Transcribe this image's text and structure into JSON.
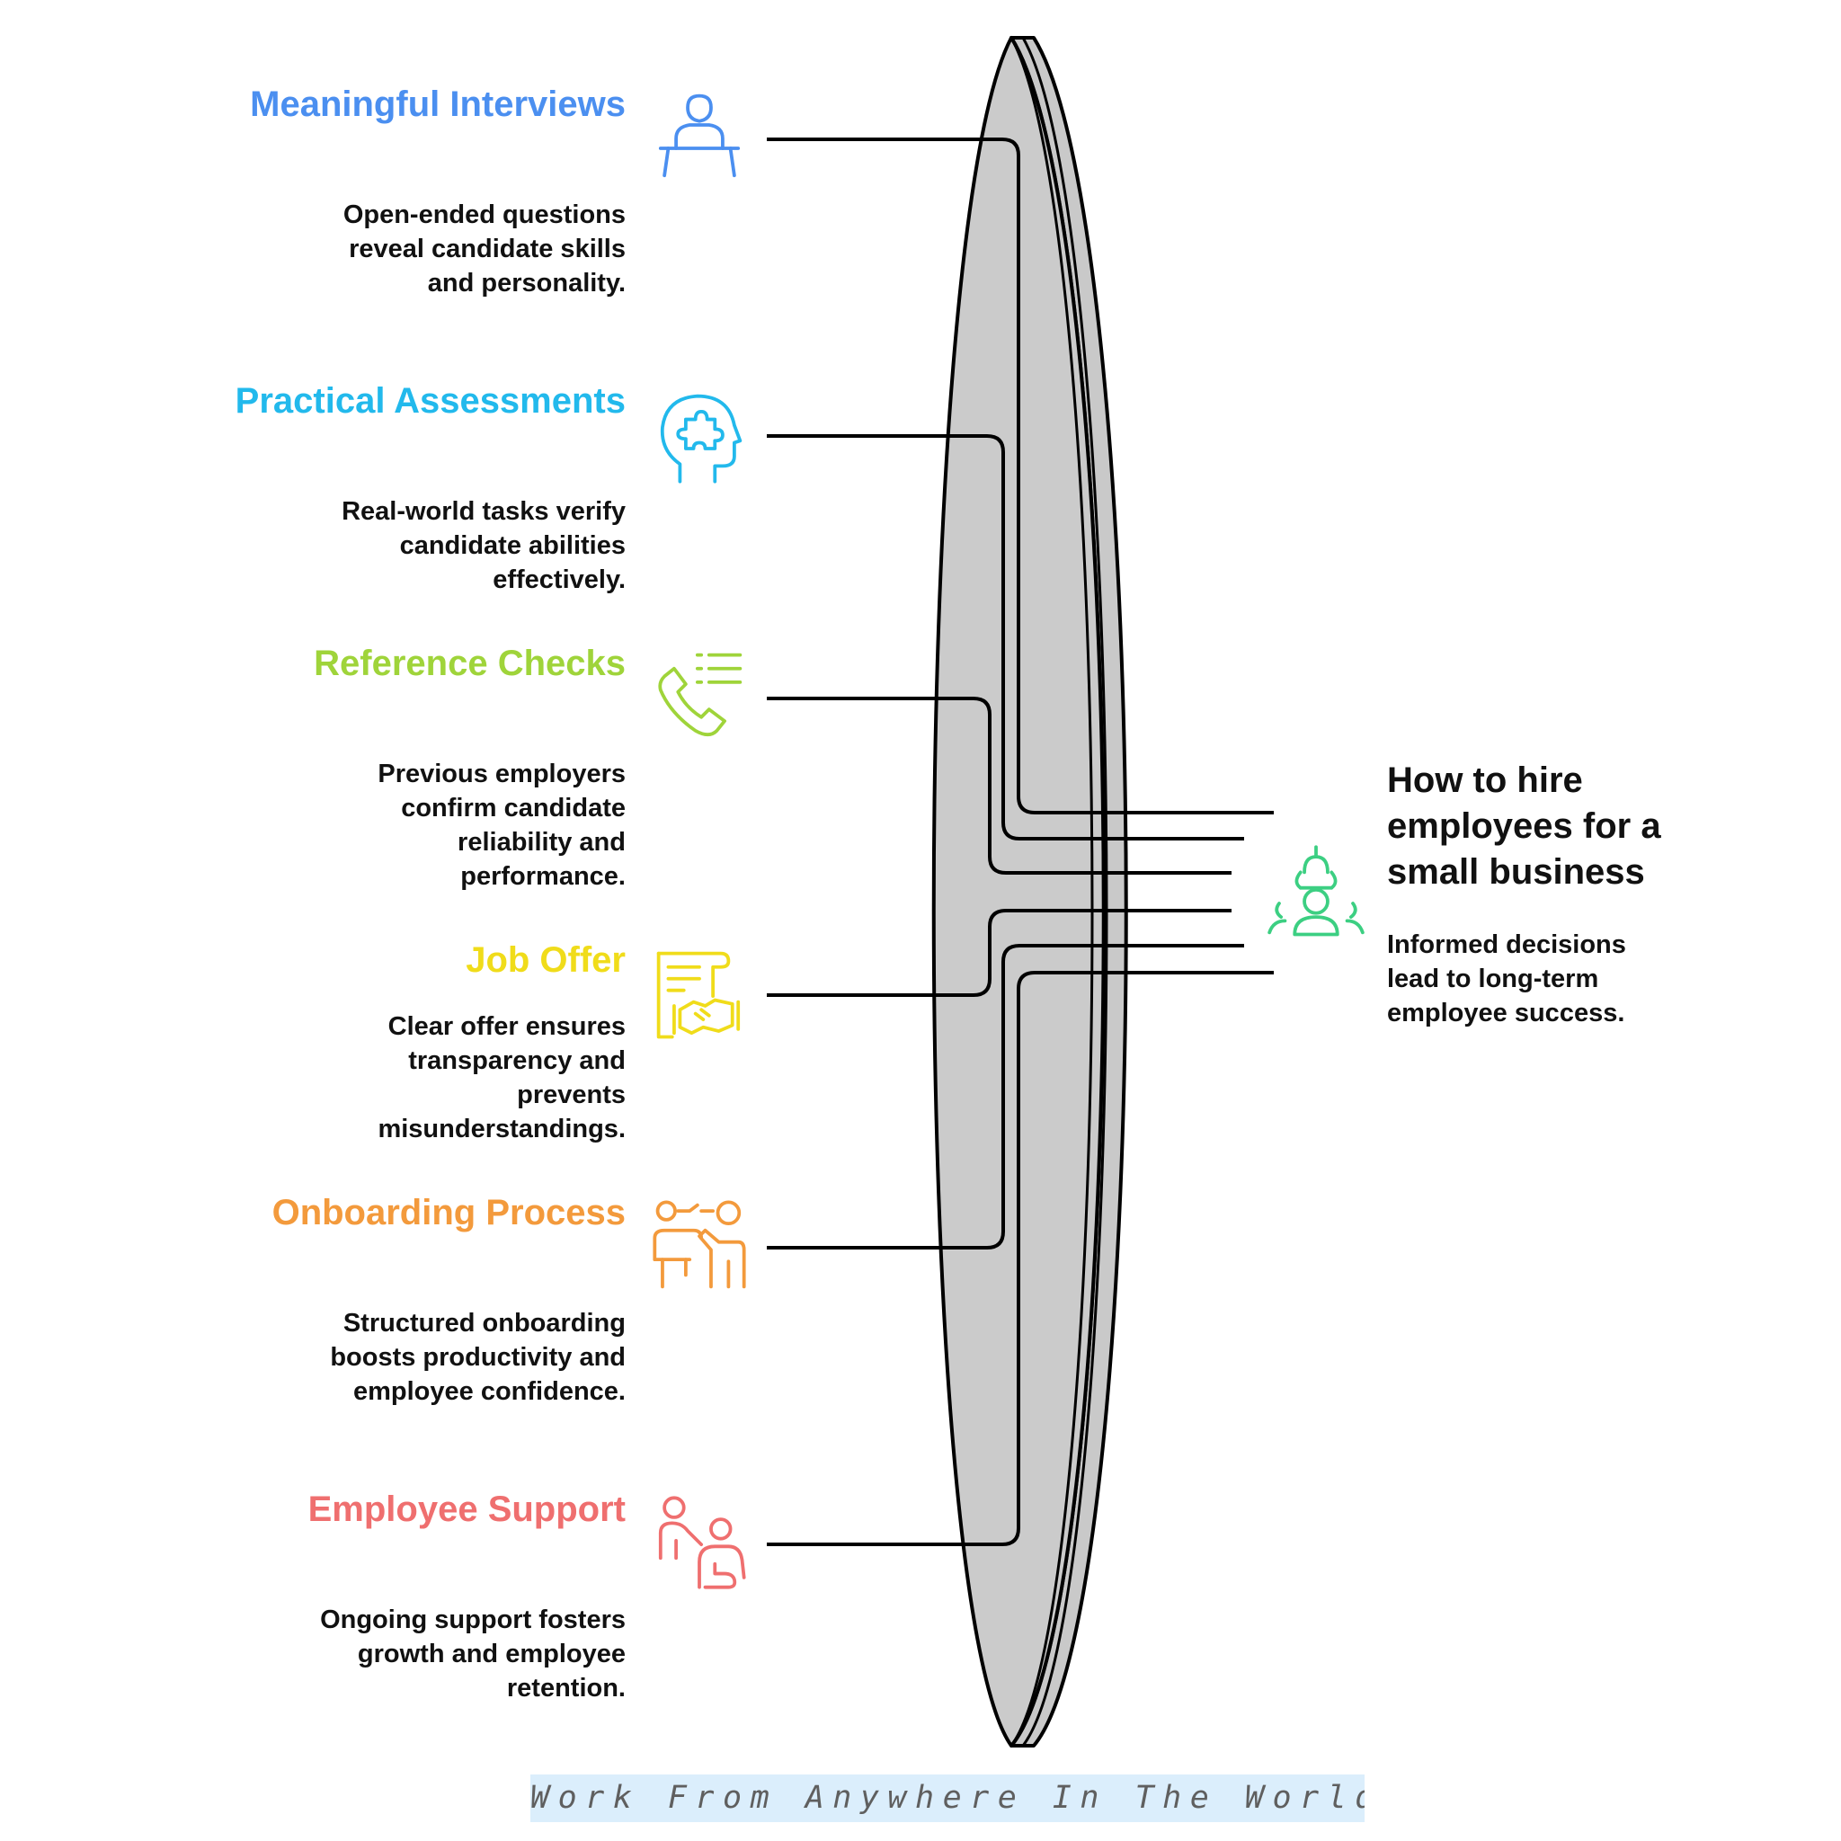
{
  "goal": {
    "title": "How to hire employees for a small business",
    "description": "Informed decisions lead to long-term employee success.",
    "icon": "team-leader-icon",
    "color": "#3ccf82"
  },
  "items": [
    {
      "title": "Meaningful Interviews",
      "description": "Open-ended questions reveal candidate skills and personality.",
      "icon": "interview-podium-icon",
      "color": "#4b8ff0"
    },
    {
      "title": "Practical Assessments",
      "description": "Real-world tasks verify candidate abilities effectively.",
      "icon": "head-puzzle-icon",
      "color": "#22b9ec"
    },
    {
      "title": "Reference Checks",
      "description": "Previous employers confirm candidate reliability and performance.",
      "icon": "phone-list-icon",
      "color": "#9fd43a"
    },
    {
      "title": "Job Offer",
      "description": "Clear offer ensures transparency and prevents misunderstandings.",
      "icon": "contract-handshake-icon",
      "color": "#f0dc1a"
    },
    {
      "title": "Onboarding Process",
      "description": "Structured onboarding boosts productivity and employee confidence.",
      "icon": "training-presentation-icon",
      "color": "#f39a3c"
    },
    {
      "title": "Employee Support",
      "description": "Ongoing support fosters growth and employee retention.",
      "icon": "helping-hand-icon",
      "color": "#ef6f6f"
    }
  ],
  "footer": {
    "text": "Work From Anywhere In The World"
  }
}
